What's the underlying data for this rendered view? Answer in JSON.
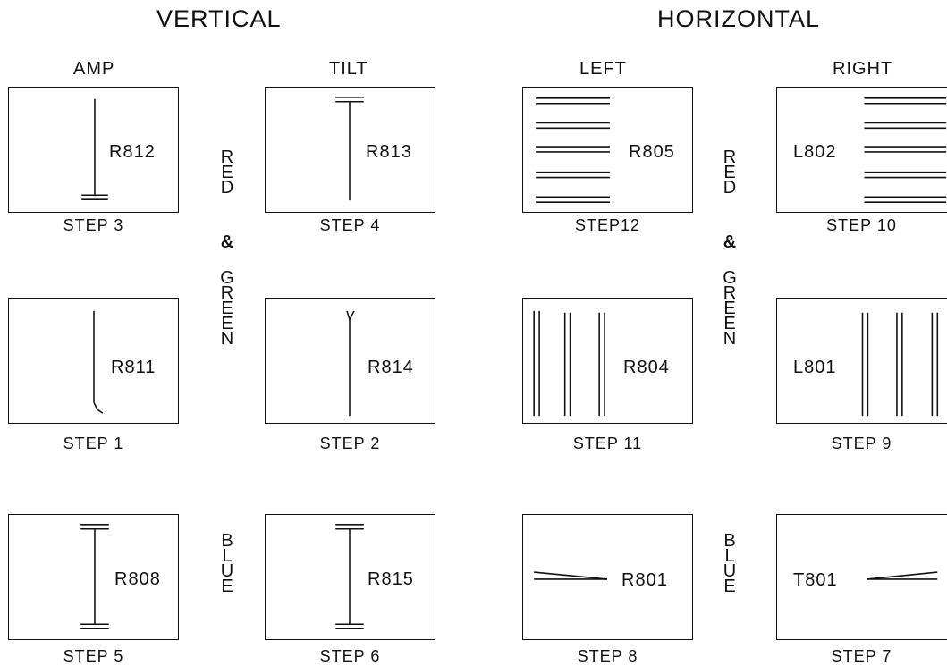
{
  "titles": {
    "vertical": "VERTICAL",
    "horizontal": "HORIZONTAL"
  },
  "columns": {
    "amp": "AMP",
    "tilt": "TILT",
    "left": "LEFT",
    "right": "RIGHT"
  },
  "panels": {
    "step3": {
      "ref": "R812",
      "step": "STEP 3"
    },
    "step4": {
      "ref": "R813",
      "step": "STEP 4"
    },
    "step12": {
      "ref": "R805",
      "step": "STEP12"
    },
    "step10": {
      "ref": "L802",
      "step": "STEP 10"
    },
    "step1": {
      "ref": "R811",
      "step": "STEP 1"
    },
    "step2": {
      "ref": "R814",
      "step": "STEP 2"
    },
    "step11": {
      "ref": "R804",
      "step": "STEP 11"
    },
    "step9": {
      "ref": "L801",
      "step": "STEP 9"
    },
    "step5": {
      "ref": "R808",
      "step": "STEP 5"
    },
    "step6": {
      "ref": "R815",
      "step": "STEP 6"
    },
    "step8": {
      "ref": "R801",
      "step": "STEP 8"
    },
    "step7": {
      "ref": "T801",
      "step": "STEP 7"
    }
  },
  "groups": {
    "red": "RED",
    "amp": "&",
    "green": "GREEN",
    "blue": "BLUE"
  }
}
